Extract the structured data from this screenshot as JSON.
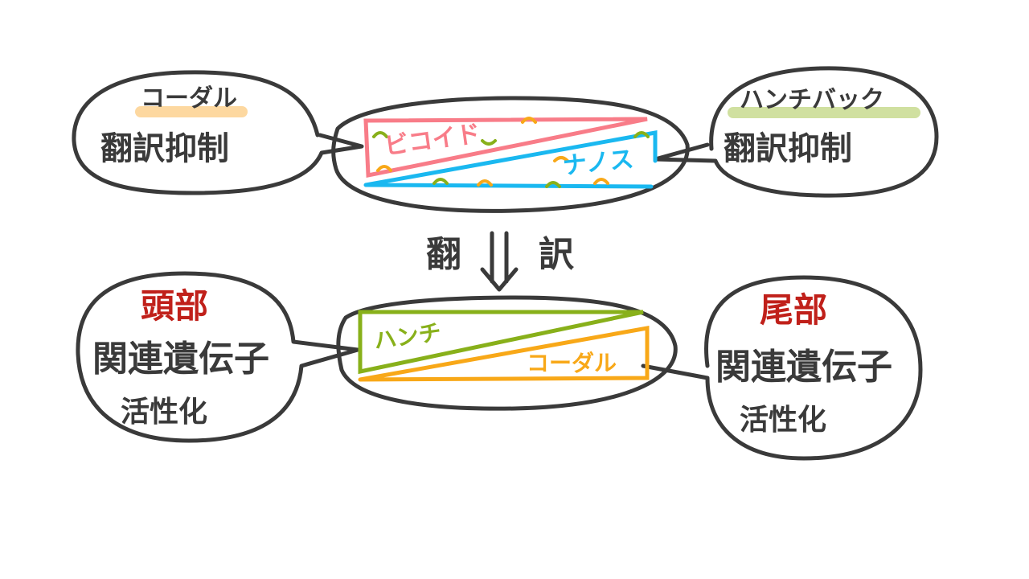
{
  "top": {
    "left_bubble": {
      "title": "コーダル",
      "text": "翻訳抑制"
    },
    "right_bubble": {
      "title": "ハンチバック",
      "text": "翻訳抑制"
    },
    "embryo": {
      "gradient_a": "ビコイド",
      "gradient_b": "ナノス"
    }
  },
  "arrow": {
    "left": "翻",
    "right": "訳"
  },
  "bottom": {
    "left_bubble": {
      "title": "頭部",
      "line1": "関連遺伝子",
      "line2": "活性化"
    },
    "right_bubble": {
      "title": "尾部",
      "line1": "関連遺伝子",
      "line2": "活性化"
    },
    "embryo": {
      "gradient_a": "ハンチ",
      "gradient_b": "コーダル"
    }
  },
  "colors": {
    "pink": "#f87c88",
    "blue": "#1ab8f0",
    "green": "#88b01a",
    "orange": "#f8a818",
    "outline": "#3a3a3a",
    "red": "#c0201a",
    "highlight_orange": "#fdd8a0",
    "highlight_green": "#d0e0a0"
  }
}
